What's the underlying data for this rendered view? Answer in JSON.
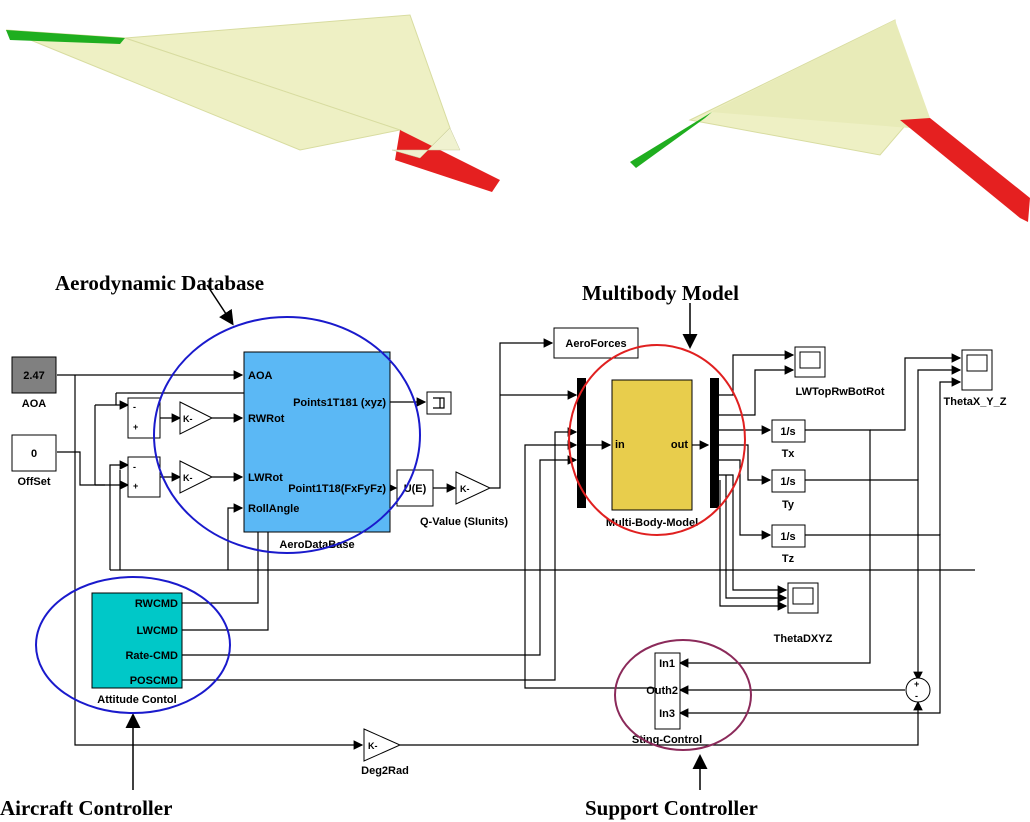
{
  "annotations": {
    "aero_db": "Aerodynamic Database",
    "multibody": "Multibody Model",
    "aircraft_ctrl": "Aircraft Controller",
    "support_ctrl": "Support Controller"
  },
  "blocks": {
    "aoa_const": {
      "value": "2.47",
      "caption": "AOA"
    },
    "offset_const": {
      "value": "0",
      "caption": "OffSet"
    },
    "sum1": {
      "minus": "-",
      "plus": "+"
    },
    "sum2": {
      "minus": "-",
      "plus": "+"
    },
    "gain1": "K-",
    "gain2": "K-",
    "aerodb": {
      "caption": "AeroDataBase",
      "in_ports": [
        "AOA",
        "RWRot",
        "LWRot",
        "RollAngle"
      ],
      "out_ports": [
        "Points1T181 (xyz)",
        "Point1T18(FxFyFz)"
      ]
    },
    "fcn": "U(E)",
    "qvalue": {
      "gain": "K-",
      "caption": "Q-Value (SIunits)"
    },
    "aeroforces": "AeroForces",
    "mbm": {
      "caption": "Multi-Body-Model",
      "in": "in",
      "out": "out"
    },
    "scope_lw": "LWTopRwBotRot",
    "scope_theta": "ThetaX_Y_Z",
    "integrators": [
      {
        "label": "1/s",
        "caption": "Tx"
      },
      {
        "label": "1/s",
        "caption": "Ty"
      },
      {
        "label": "1/s",
        "caption": "Tz"
      }
    ],
    "scope_thetad": "ThetaDXYZ",
    "attitude": {
      "caption": "Attitude Contol",
      "ports": [
        "RWCMD",
        "LWCMD",
        "Rate-CMD",
        "POSCMD"
      ]
    },
    "sting": {
      "caption": "Sting-Control",
      "ports": [
        "In1",
        "Outh2",
        "In3"
      ]
    },
    "deg2rad": {
      "gain": "K-",
      "caption": "Deg2Rad"
    },
    "sum3": {
      "plus": "+",
      "minus": "-"
    }
  },
  "colors": {
    "aero_db_fill": "#5bb8f5",
    "mbm_fill": "#e8cd4c",
    "attitude_fill": "#00c8c8",
    "aoa_fill": "#808080",
    "circle_blue": "#1a1acc",
    "circle_red": "#e02020",
    "circle_purple": "#8b2a5a",
    "wing_body": "#eef0c4",
    "wing_green": "#1fae1f",
    "wing_red": "#e52020"
  }
}
